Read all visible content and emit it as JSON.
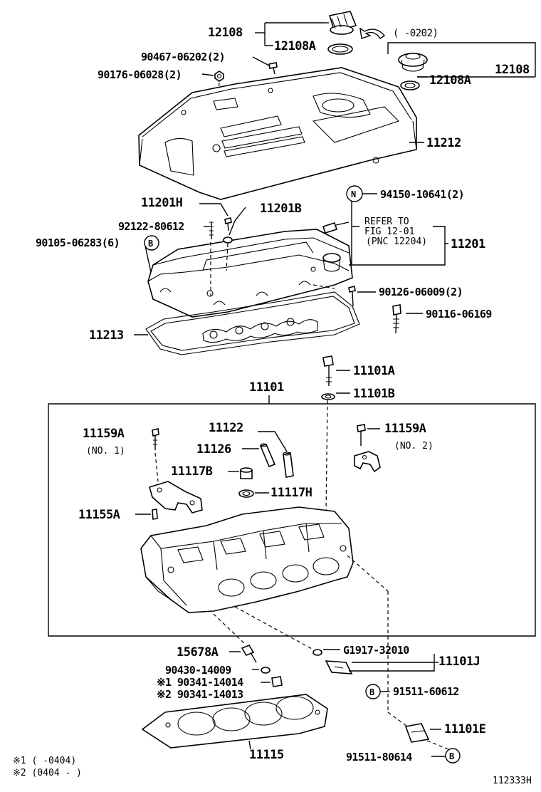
{
  "labels": {
    "p12108_top": "12108",
    "p12108a_top": "12108A",
    "date_range_top": "(      -0202)",
    "p12108_right": "12108",
    "p12108a_right": "12108A",
    "p90467": "90467-06202(2)",
    "p90176": "90176-06028(2)",
    "p11212": "11212",
    "pN_94150": "94150-10641(2)",
    "circle_N": "N",
    "p11201h": "11201H",
    "p11201b": "11201B",
    "p92122": "92122-80612",
    "p90105": "90105-06283(6)",
    "circle_B1": "B",
    "refer_line1": "REFER TO",
    "refer_line2": "FIG 12-01",
    "refer_line3": "(PNC 12204)",
    "p11201": "11201",
    "p90126": "90126-06009(2)",
    "p90116": "90116-06169",
    "p11213": "11213",
    "p11101a": "11101A",
    "p11101": "11101",
    "p11101b": "11101B",
    "p11159a_left": "11159A",
    "no1": "(NO. 1)",
    "p11122": "11122",
    "p11159a_right": "11159A",
    "no2": "(NO. 2)",
    "p11126": "11126",
    "p11117b": "11117B",
    "p11117h": "11117H",
    "p11155a": "11155A",
    "p15678a": "15678A",
    "pG1917": "G1917-32010",
    "p11101j": "11101J",
    "p90430": "90430-14009",
    "p90341_1": "※1 90341-14014",
    "p90341_2": "※2 90341-14013",
    "circle_B2": "B",
    "p91511_60612": "91511-60612",
    "p11101e": "11101E",
    "p11115": "11115",
    "p91511_80614": "91511-80614",
    "circle_B3": "B",
    "footnote1": "※1 (      -0404)",
    "footnote2": "※2 (0404 -      )",
    "figure_id": "112333H"
  }
}
